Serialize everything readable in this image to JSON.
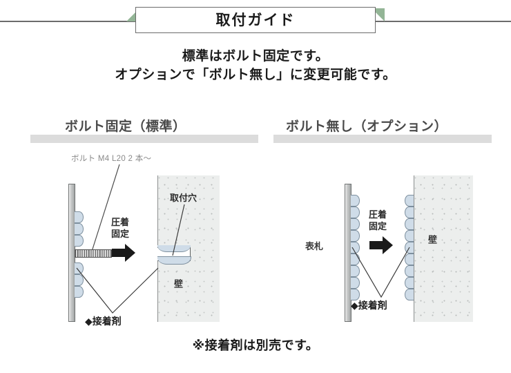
{
  "header": {
    "title": "取付ガイド"
  },
  "subtitle": {
    "line1": "標準はボルト固定です。",
    "line2": "オプションで「ボルト無し」に変更可能です。"
  },
  "sections": [
    {
      "heading": "ボルト固定（標準）",
      "bolt_note": "ボルト M4 L20 2 本〜",
      "press_line1": "圧着",
      "press_line2": "固定",
      "hole_label": "取付穴",
      "wall_label": "壁",
      "adhesive_label": "◆接着剤"
    },
    {
      "heading": "ボルト無し（オプション）",
      "plate_label": "表札",
      "press_line1": "圧着",
      "press_line2": "固定",
      "wall_label": "壁",
      "adhesive_label": "◆接着剤"
    }
  ],
  "footer": {
    "note": "※接着剤は別売です。"
  },
  "colors": {
    "flange_green": "#93b596",
    "rule_gray": "#6b6b6b",
    "heading_bar": "#dcdcdc",
    "heading_text": "#4a4a4a",
    "wall_fill": "#eceeed",
    "adhesive_blue": "#cfdce8",
    "arrow_black": "#1a1a1a"
  }
}
